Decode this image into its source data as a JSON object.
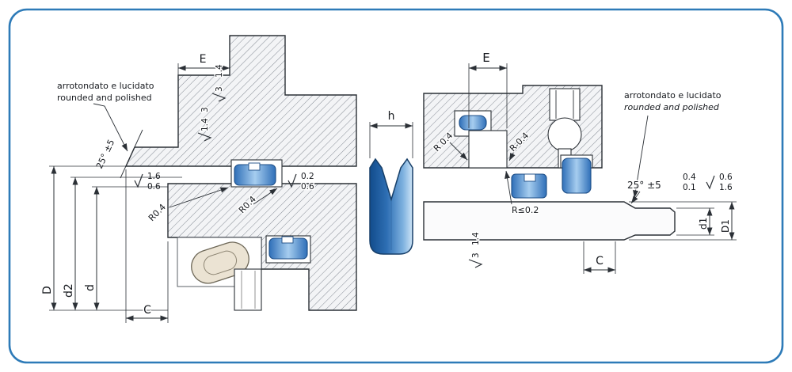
{
  "frame": {
    "border_color": "#2e7bb8"
  },
  "notes": {
    "left": {
      "line1": "arrotondato  e lucidato",
      "line2": "rounded and polished"
    },
    "right": {
      "line1": "arrotondato e lucidato",
      "line2": "rounded and polished"
    }
  },
  "left_view": {
    "dim_E": "E",
    "dim_D": "D",
    "dim_d2": "d2",
    "dim_d": "d",
    "dim_C": "C",
    "angle": "25° ±5",
    "radius_left": "R0.4",
    "radius_right": "R0.4",
    "finish_wall_a": {
      "v1": "1.4",
      "v2": "3"
    },
    "finish_wall_b": {
      "v1": "3",
      "v2": "1.4"
    },
    "finish_bore": {
      "v1": "1.6",
      "v2": "0.6"
    },
    "finish_face": {
      "v1": "0.2",
      "v2": "0.6"
    }
  },
  "profile": {
    "dim_h": "h"
  },
  "right_view": {
    "dim_E": "E",
    "dim_d1": "d1",
    "dim_D1": "D1",
    "dim_C": "C",
    "angle": "25° ±5",
    "radius_left": "R 0.4",
    "radius_right": "R 0.4",
    "radius_bottom": "R≤0.2",
    "finish_rod": {
      "v1": "3",
      "v2": "1.4"
    },
    "finish_chamfer": {
      "v1": "0.4",
      "v2": "0.1"
    },
    "finish_face": {
      "v1": "0.6",
      "v2": "1.6"
    }
  }
}
